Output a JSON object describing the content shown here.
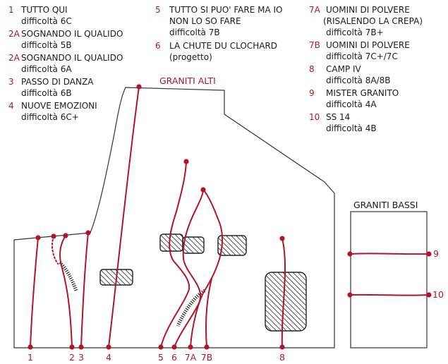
{
  "colors": {
    "route": "#b0152a",
    "outline": "#333333",
    "text": "#1a1a1a"
  },
  "areas": {
    "high": "GRANITI ALTI",
    "low": "GRANITI BASSI"
  },
  "legend": {
    "col1": [
      {
        "num": "1",
        "title": "TUTTO QUI",
        "grade": "difficoltà 6C"
      },
      {
        "num": "2A",
        "title": "SOGNANDO IL QUALIDO",
        "grade": "difficoltà 5B"
      },
      {
        "num": "2A",
        "title": "SOGNANDO IL QUALIDO",
        "grade": "difficoltà 6A"
      },
      {
        "num": "3",
        "title": "PASSO DI DANZA",
        "grade": "difficoltà 6B"
      },
      {
        "num": "4",
        "title": "NUOVE EMOZIONI",
        "grade": "difficoltà 6C+"
      }
    ],
    "col2": [
      {
        "num": "5",
        "title_lines": [
          "TUTTO SI PUO' FARE MA IO",
          "NON LO SO FARE"
        ],
        "grade": "difficoltà 7B"
      },
      {
        "num": "6",
        "title_lines": [
          "LA CHUTE DU CLOCHARD"
        ],
        "grade": "(progetto)"
      }
    ],
    "col3": [
      {
        "num": "7A",
        "title_lines": [
          "UOMINI DI POLVERE",
          "(RISALENDO LA CREPA)"
        ],
        "grade": "difficoltà 7B+"
      },
      {
        "num": "7B",
        "title_lines": [
          "UOMINI DI POLVERE"
        ],
        "grade": "difficoltà 7C+/7C"
      },
      {
        "num": "8",
        "title_lines": [
          "CAMP IV"
        ],
        "grade": "difficoltà 8A/8B"
      },
      {
        "num": "9",
        "title_lines": [
          "MISTER GRANITO"
        ],
        "grade": "difficoltà 4A"
      },
      {
        "num": "10",
        "title_lines": [
          "SS 14"
        ],
        "grade": "difficoltà 4B"
      }
    ]
  },
  "bottom_numbers": [
    "1",
    "2",
    "3",
    "4",
    "5",
    "6",
    "7A",
    "7B",
    "8"
  ],
  "side_numbers": [
    "9",
    "10"
  ]
}
